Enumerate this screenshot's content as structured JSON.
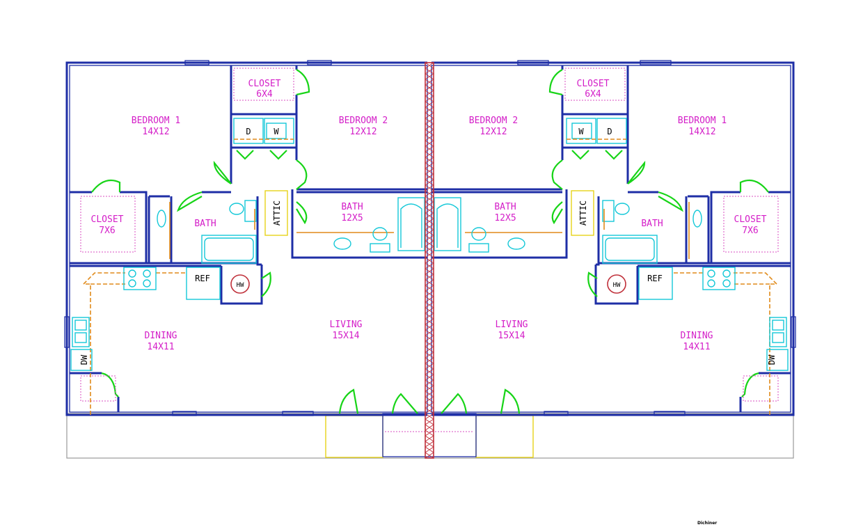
{
  "rooms": {
    "left": {
      "closet_top": {
        "name": "CLOSET",
        "size": "6X4"
      },
      "bedroom1": {
        "name": "BEDROOM 1",
        "size": "14X12"
      },
      "bedroom2": {
        "name": "BEDROOM 2",
        "size": "12X12"
      },
      "closet_side": {
        "name": "CLOSET",
        "size": "7X6"
      },
      "bath_small": {
        "name": "BATH"
      },
      "bath_main": {
        "name": "BATH",
        "size": "12X5"
      },
      "dining": {
        "name": "DINING",
        "size": "14X11"
      },
      "living": {
        "name": "LIVING",
        "size": "15X14"
      }
    },
    "right": {
      "closet_top": {
        "name": "CLOSET",
        "size": "6X4"
      },
      "bedroom1": {
        "name": "BEDROOM 1",
        "size": "14X12"
      },
      "bedroom2": {
        "name": "BEDROOM 2",
        "size": "12X12"
      },
      "closet_side": {
        "name": "CLOSET",
        "size": "7X6"
      },
      "bath_small": {
        "name": "BATH"
      },
      "bath_main": {
        "name": "BATH",
        "size": "12X5"
      },
      "dining": {
        "name": "DINING",
        "size": "14X11"
      },
      "living": {
        "name": "LIVING",
        "size": "15X14"
      }
    }
  },
  "fixtures": {
    "dryer": "D",
    "washer": "W",
    "attic": "ATTIC",
    "refrigerator": "REF",
    "water_heater": "HW",
    "dishwasher": "DW"
  },
  "signature": "Dichiner",
  "colors": {
    "wall": "#1e2ea6",
    "door": "#17d417",
    "room_label": "#d41ec8",
    "fixture": "#14c8d8",
    "counter": "#e08a1a",
    "party_wall": "#c0303a"
  }
}
